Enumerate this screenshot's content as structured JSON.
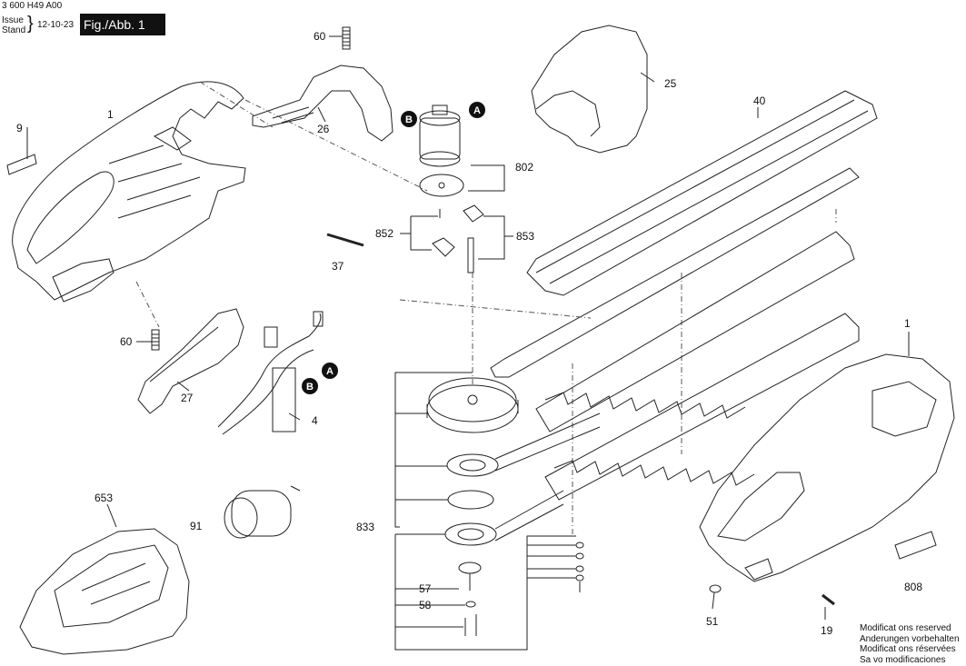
{
  "header": {
    "doc_number": "3 600 H49 A00",
    "issue_label": "Issue",
    "stand_label": "Stand",
    "date": "12-10-23",
    "figure_label": "Fig./Abb. 1"
  },
  "callouts": [
    {
      "id": "c60a",
      "label": "60"
    },
    {
      "id": "c1a",
      "label": "1"
    },
    {
      "id": "c9",
      "label": "9"
    },
    {
      "id": "c26",
      "label": "26"
    },
    {
      "id": "c25",
      "label": "25"
    },
    {
      "id": "c40",
      "label": "40"
    },
    {
      "id": "c802",
      "label": "802"
    },
    {
      "id": "c852",
      "label": "852"
    },
    {
      "id": "c853",
      "label": "853"
    },
    {
      "id": "c37",
      "label": "37"
    },
    {
      "id": "c60b",
      "label": "60"
    },
    {
      "id": "c27",
      "label": "27"
    },
    {
      "id": "c4",
      "label": "4"
    },
    {
      "id": "c1b",
      "label": "1"
    },
    {
      "id": "c653",
      "label": "653"
    },
    {
      "id": "c91",
      "label": "91"
    },
    {
      "id": "c833",
      "label": "833"
    },
    {
      "id": "c57",
      "label": "57"
    },
    {
      "id": "c58",
      "label": "58"
    },
    {
      "id": "c808",
      "label": "808"
    },
    {
      "id": "c51",
      "label": "51"
    },
    {
      "id": "c19",
      "label": "19"
    }
  ],
  "markers": [
    {
      "id": "mA1",
      "letter": "A"
    },
    {
      "id": "mB1",
      "letter": "B"
    },
    {
      "id": "mA2",
      "letter": "A"
    },
    {
      "id": "mB2",
      "letter": "B"
    }
  ],
  "footer_notes": [
    "Modificat ons reserved",
    "Anderungen vorbehalten",
    "Modificat ons réservées",
    "Sa vo modificaciones"
  ]
}
